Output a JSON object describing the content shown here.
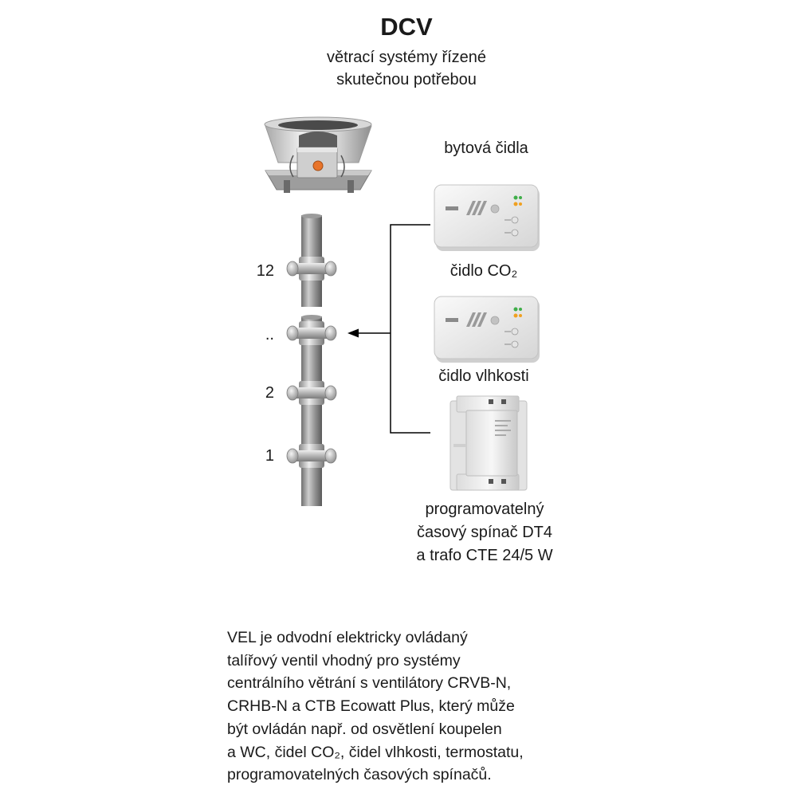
{
  "header": {
    "title": "DCV",
    "subtitle_lines": [
      "větrací systémy řízené",
      "skutečnou potřebou"
    ]
  },
  "floors": [
    {
      "label": "12"
    },
    {
      "label": ".."
    },
    {
      "label": "2"
    },
    {
      "label": "1"
    }
  ],
  "sensors": {
    "heading": "bytová čidla",
    "co2_label": "čidlo CO₂",
    "humidity_label": "čidlo vlhkosti",
    "timer_label_lines": [
      "programovatelný",
      "časový spínač DT4",
      "a trafo CTE 24/5 W"
    ]
  },
  "description": {
    "lines": [
      "VEL je odvodní elektricky ovládaný",
      "talířový ventil vhodný pro systémy",
      "centrálního větrání s ventilátory CRVB-N,",
      "CRHB-N a CTB Ecowatt Plus, který může",
      "být ovládán např. od osvětlení koupelen",
      "a WC, čidel CO₂, čidel vlhkosti, termostatu,",
      "programovatelných časových spínačů."
    ]
  },
  "icons": {
    "roof_fan": "roof-fan-icon",
    "duct": "vertical-duct-icon",
    "valve": "exhaust-valve-icon",
    "co2_sensor": "co2-sensor-icon",
    "humidity_sensor": "humidity-sensor-icon",
    "timer": "din-timer-transformer-icon",
    "arrow": "arrow-left-icon"
  },
  "colors": {
    "text": "#1a1a1a",
    "connector_line": "#000000",
    "indicator_green": "#3fae49",
    "indicator_orange": "#f0a020",
    "fan_light": "#e8742a"
  }
}
